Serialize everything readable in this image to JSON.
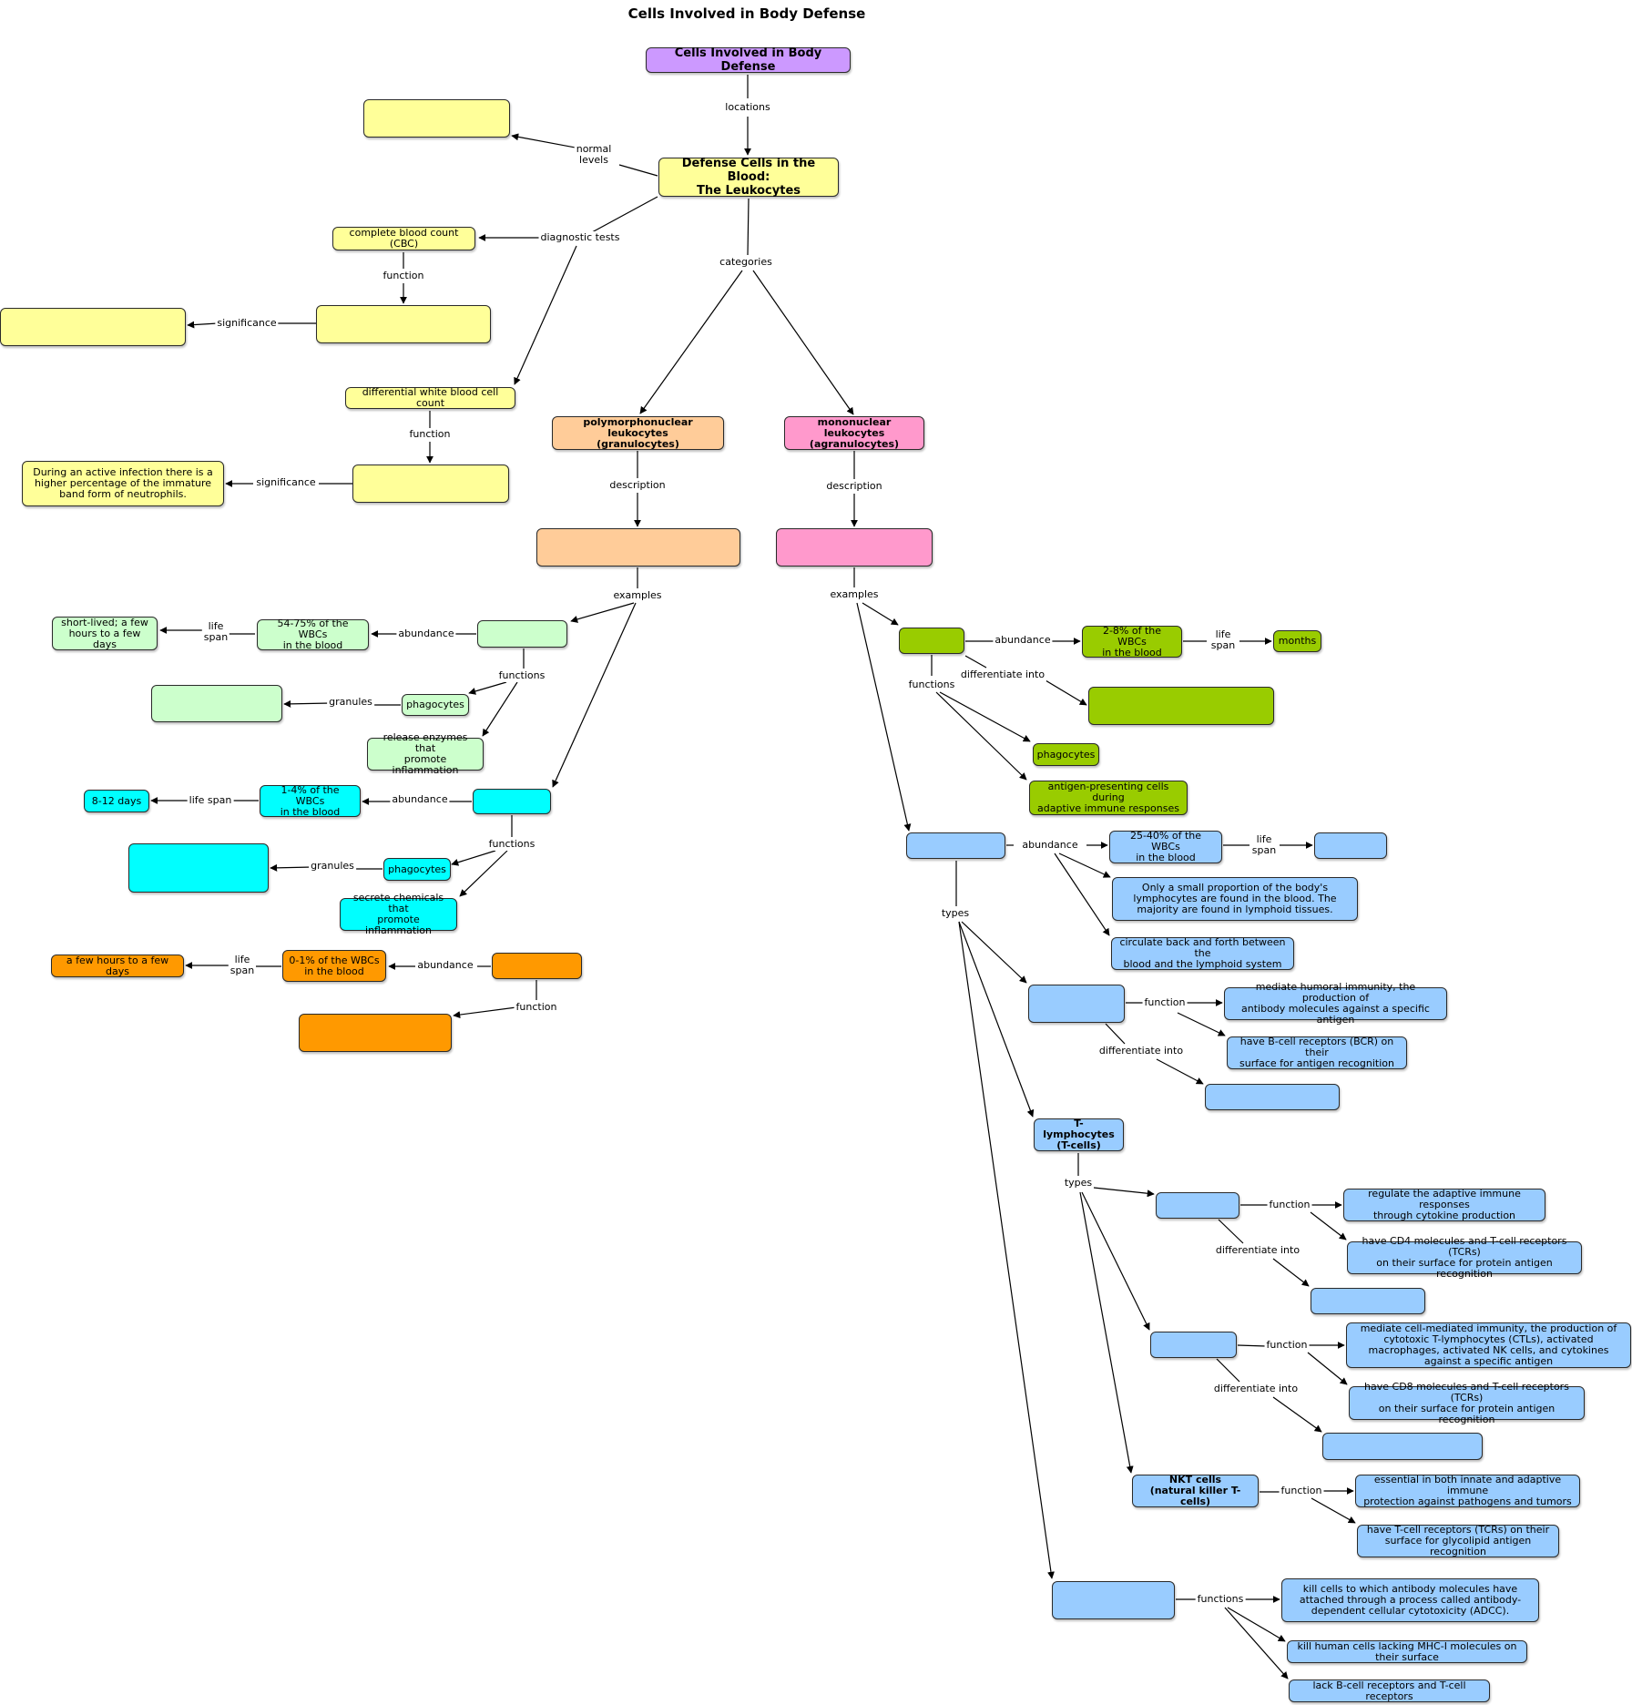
{
  "title": "Cells Involved in Body Defense",
  "nodes": {
    "root": "Cells Involved in Body Defense",
    "leukocytes": "Defense Cells in the Blood:\nThe Leukocytes",
    "normal_levels_box": "",
    "cbc": "complete blood count (CBC)",
    "cbc_function_box": "",
    "cbc_significance_box": "",
    "diff_count": "differential white blood cell count",
    "diff_function_box": "",
    "diff_significance": "During an active infection there is a higher percentage of the immature band form of neutrophils.",
    "granulocytes": "polymorphonuclear leukocytes\n(granulocytes)",
    "agranulocytes": "mononuclear leukocytes\n(agranulocytes)",
    "gran_description_box": "",
    "agran_description_box": "",
    "neutrophil_box": "",
    "neut_abundance": "54-75% of the WBCs\nin the blood",
    "neut_lifespan": "short-lived; a few\nhours to a few days",
    "neut_granules_box": "",
    "neut_phagocytes": "phagocytes",
    "neut_enzymes": "release enzymes that\npromote inflammation",
    "eosinophil_box": "",
    "eos_abundance": "1-4% of the WBCs\nin the blood",
    "eos_lifespan": "8-12 days",
    "eos_granules_box": "",
    "eos_phagocytes": "phagocytes",
    "eos_chemicals": "secrete chemicals that\npromote inflammation",
    "basophil_box": "",
    "baso_abundance": "0-1% of the WBCs\nin the blood",
    "baso_lifespan": "a few hours to a few days",
    "baso_function_box": "",
    "monocyte_box": "",
    "mono_abundance": "2-8% of the WBCs\nin the blood",
    "mono_lifespan": "months",
    "mono_differentiate_box": "",
    "mono_phagocytes": "phagocytes",
    "mono_apc": "antigen-presenting cells during\nadaptive immune responses",
    "lymphocyte_box": "",
    "lymph_abundance": "25-40% of the WBCs\nin the blood",
    "lymph_lifespan_box": "",
    "lymph_proportion": "Only a small proportion of the body's lymphocytes are found in the blood. The majority are found in lymphoid tissues.",
    "lymph_circulate": "circulate back and forth between the\nblood and the lymphoid system",
    "bcell_box": "",
    "bcell_humoral": "mediate humoral immunity, the production of\nantibody molecules against a specific antigen",
    "bcell_bcr": "have B-cell receptors (BCR) on their\nsurface for antigen recognition",
    "bcell_differentiate_box": "",
    "tcells": "T-lymphocytes\n(T-cells)",
    "t4_box": "",
    "t4_regulate": "regulate the adaptive immune responses\nthrough cytokine production",
    "t4_cd4": "have CD4 molecules and T-cell receptors (TCRs)\non their surface for protein antigen recognition",
    "t4_differentiate_box": "",
    "t8_box": "",
    "t8_cellmediated": "mediate cell-mediated immunity, the production of cytotoxic T-lymphocytes (CTLs), activated macrophages, activated NK cells, and cytokines against a specific antigen",
    "t8_cd8": "have CD8 molecules and T-cell receptors (TCRs)\non their surface for protein antigen recognition",
    "t8_differentiate_box": "",
    "nkt": "NKT cells\n(natural killer T-cells)",
    "nkt_essential": "essential in both innate and adaptive immune\nprotection against pathogens and tumors",
    "nkt_tcr": "have T-cell receptors (TCRs) on their\nsurface for glycolipid antigen recognition",
    "nk_box": "",
    "nk_adcc": "kill cells to which antibody molecules have attached through a process called antibody-dependent cellular cytotoxicity (ADCC).",
    "nk_mhc": "kill human cells lacking MHC-I molecules on their surface",
    "nk_lack": "lack B-cell receptors and T-cell receptors"
  },
  "labels": {
    "locations": "locations",
    "normal_levels": "normal\nlevels",
    "diagnostic_tests": "diagnostic tests",
    "categories": "categories",
    "cbc_function": "function",
    "cbc_significance": "significance",
    "diff_function": "function",
    "diff_significance": "significance",
    "gran_description": "description",
    "agran_description": "description",
    "gran_examples": "examples",
    "agran_examples": "examples",
    "neut_abundance": "abundance",
    "neut_lifespan": "life\nspan",
    "neut_functions": "functions",
    "neut_granules": "granules",
    "eos_abundance": "abundance",
    "eos_lifespan": "life span",
    "eos_functions": "functions",
    "eos_granules": "granules",
    "baso_abundance": "abundance",
    "baso_lifespan": "life\nspan",
    "baso_function": "function",
    "mono_abundance": "abundance",
    "mono_lifespan": "life\nspan",
    "mono_differentiate": "differentiate into",
    "mono_functions": "functions",
    "lymph_abundance": "abundance",
    "lymph_lifespan": "life\nspan",
    "lymph_types": "types",
    "bcell_function": "function",
    "bcell_differentiate": "differentiate into",
    "tcell_types": "types",
    "t4_function": "function",
    "t4_differentiate": "differentiate into",
    "t8_function": "function",
    "t8_differentiate": "differentiate into",
    "nkt_function": "function",
    "nk_functions": "functions"
  },
  "colors": {
    "root": "#cc99ff",
    "leukocytes": "#ffff99",
    "granulocytes": "#ffcc99",
    "agranulocytes": "#ff99cc",
    "neutrophils": "#ccffcc",
    "eosinophils": "#00ffff",
    "basophils": "#ff9900",
    "monocytes": "#99cc00",
    "lymphocytes": "#99ccff"
  }
}
